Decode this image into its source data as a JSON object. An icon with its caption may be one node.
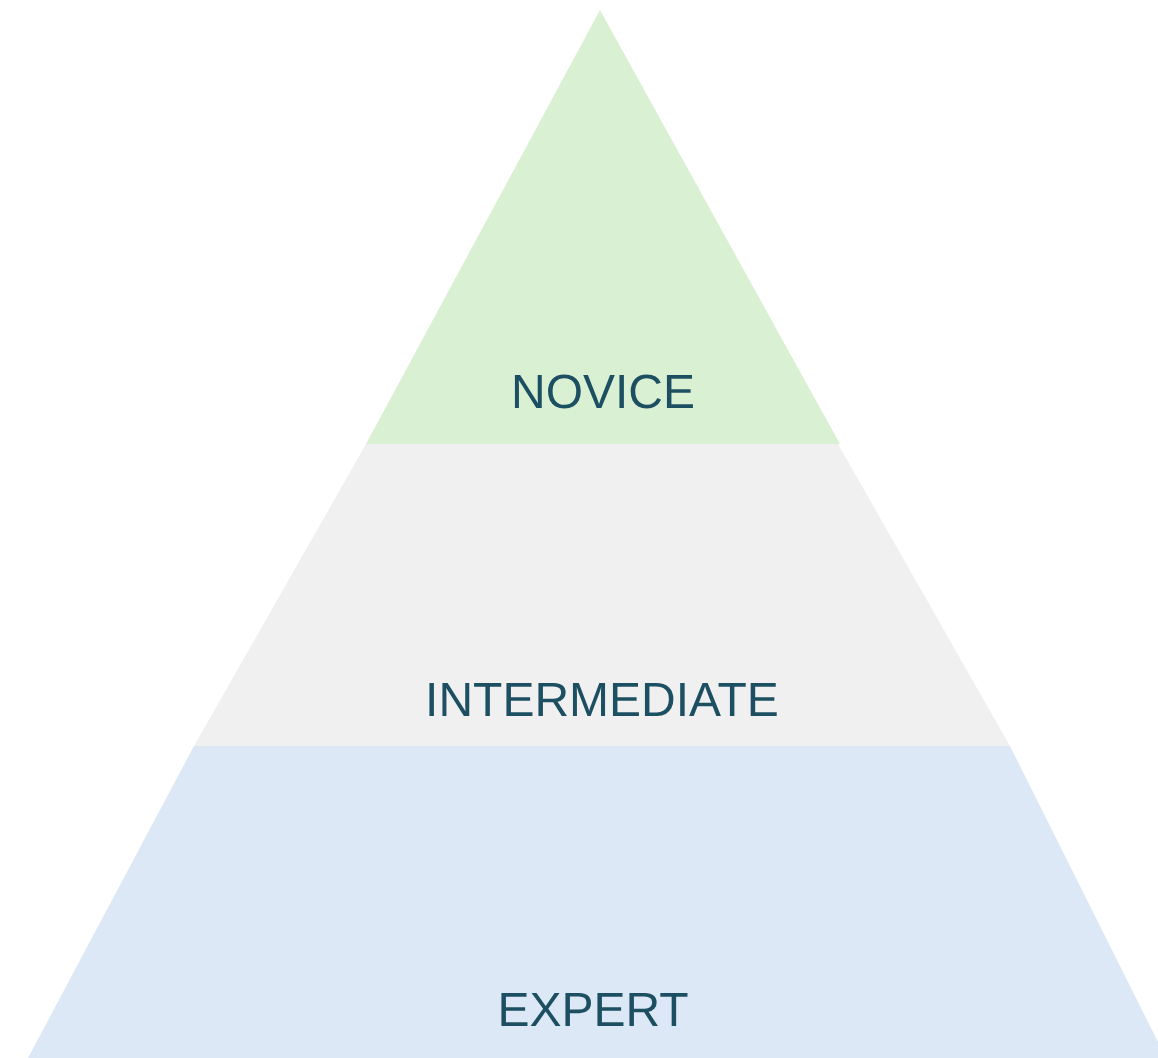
{
  "diagram": {
    "nodes": [
      {
        "text": [
          "NOVICE"
        ]
      },
      {
        "text": [
          "INTERMEDIATE"
        ]
      },
      {
        "text": [
          "EXPERT"
        ]
      }
    ]
  }
}
